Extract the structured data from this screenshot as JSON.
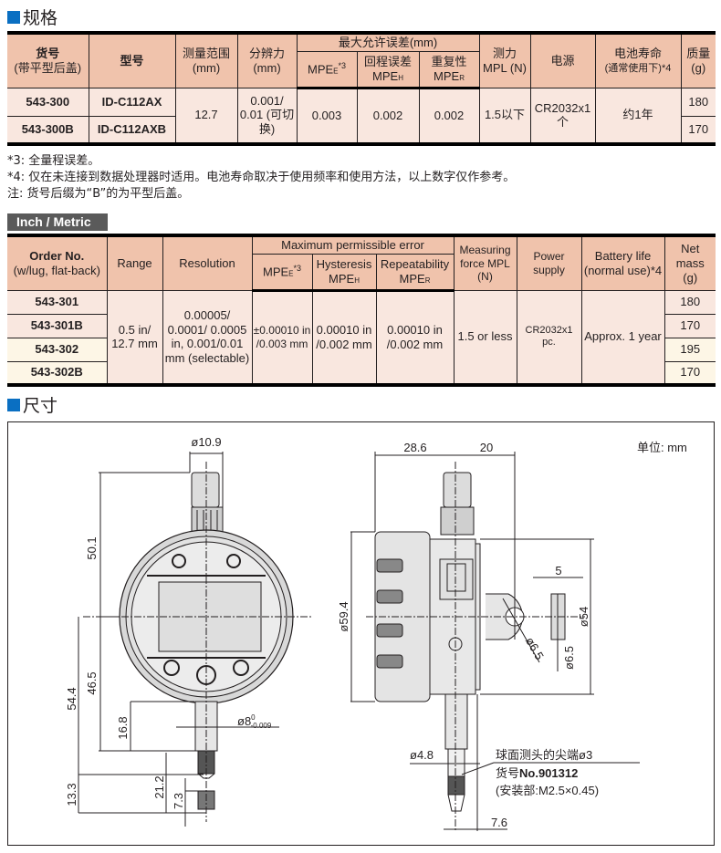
{
  "spec_heading": "规格",
  "table_cn": {
    "headers": {
      "order_no": "货号",
      "order_no_sub": "(带平型后盖)",
      "model": "型号",
      "range": "测量范围",
      "range_unit": "(mm)",
      "resolution": "分辨力",
      "resolution_unit": "(mm)",
      "mpe_group": "最大允许误差(mm)",
      "mpe_e": "MPE",
      "mpe_e_sub": "E",
      "mpe_e_note": "*3",
      "hysteresis": "回程误差",
      "mpe_h": "MPE",
      "mpe_h_sub": "H",
      "repeatability": "重复性",
      "mpe_r": "MPE",
      "mpe_r_sub": "R",
      "force": "测力",
      "force_unit": "MPL (N)",
      "power": "电源",
      "battery": "电池寿命",
      "battery_sub": "(通常使用下)*4",
      "mass": "质量",
      "mass_unit": "(g)"
    },
    "rows": [
      {
        "order_no": "543-300",
        "model": "ID-C112AX",
        "mass": "180"
      },
      {
        "order_no": "543-300B",
        "model": "ID-C112AXB",
        "mass": "170"
      }
    ],
    "shared": {
      "range": "12.7",
      "resolution": "0.001/ 0.01 (可切换)",
      "mpe_e": "0.003",
      "mpe_h": "0.002",
      "mpe_r": "0.002",
      "force": "1.5以下",
      "power": "CR2032x1个",
      "battery": "约1年"
    }
  },
  "notes": [
    "*3: 全量程误差。",
    "*4: 仅在未连接到数据处理器时适用。电池寿命取决于使用频率和使用方法，以上数字仅作参考。",
    "注: 货号后缀为“B”的为平型后盖。"
  ],
  "inch_tab": "Inch / Metric",
  "table_inch": {
    "headers": {
      "order_no": "Order No.",
      "order_no_sub": "(w/lug, flat-back)",
      "range": "Range",
      "resolution": "Resolution",
      "mpe_group": "Maximum permissible error",
      "mpe_e": "MPE",
      "mpe_e_sub": "E",
      "mpe_e_note": "*3",
      "hysteresis": "Hysteresis",
      "mpe_h": "MPE",
      "mpe_h_sub": "H",
      "repeatability": "Repeatability",
      "mpe_r": "MPE",
      "mpe_r_sub": "R",
      "force": "Measuring force MPL (N)",
      "power": "Power supply",
      "battery": "Battery life",
      "battery_sub": "(normal use)*4",
      "mass": "Net mass",
      "mass_unit": "(g)"
    },
    "rows": [
      {
        "order_no": "543-301",
        "mass": "180"
      },
      {
        "order_no": "543-301B",
        "mass": "170"
      },
      {
        "order_no": "543-302",
        "mass": "195"
      },
      {
        "order_no": "543-302B",
        "mass": "170"
      }
    ],
    "shared": {
      "range": "0.5 in/ 12.7 mm",
      "resolution": "0.00005/ 0.0001/ 0.0005 in, 0.001/0.01 mm (selectable)",
      "mpe_e": "±0.00010 in /0.003 mm",
      "mpe_h": "0.00010 in /0.002 mm",
      "mpe_r": "0.00010 in /0.002 mm",
      "force": "1.5 or less",
      "power": "CR2032x1 pc.",
      "battery": "Approx. 1 year"
    }
  },
  "dim_heading": "尺寸",
  "drawing": {
    "unit": "单位: mm",
    "front": {
      "d_cap": "ø10.9",
      "h_top": "50.1",
      "h_mid": "46.5",
      "h_total": "54.4",
      "h_stem": "16.8",
      "d_stem": "ø8",
      "d_stem_tol_upper": "0",
      "d_stem_tol_lower": "-0.009",
      "h_21": "21.2",
      "h_13": "13.3",
      "h_7": "7.3"
    },
    "side": {
      "w_back": "28.6",
      "w_front": "20",
      "d_body": "ø59.4",
      "lug_w": "5",
      "d_lug": "ø54",
      "d_hole": "ø6.5",
      "d_hole2": "ø6.5",
      "d_tip": "ø4.8",
      "tip_note_1": "球面测头的尖端ø3",
      "tip_note_2_label": "货号",
      "tip_note_2_no": "No.901312",
      "tip_note_3": "(安装部:M2.5×0.45)",
      "offset": "7.6"
    }
  }
}
